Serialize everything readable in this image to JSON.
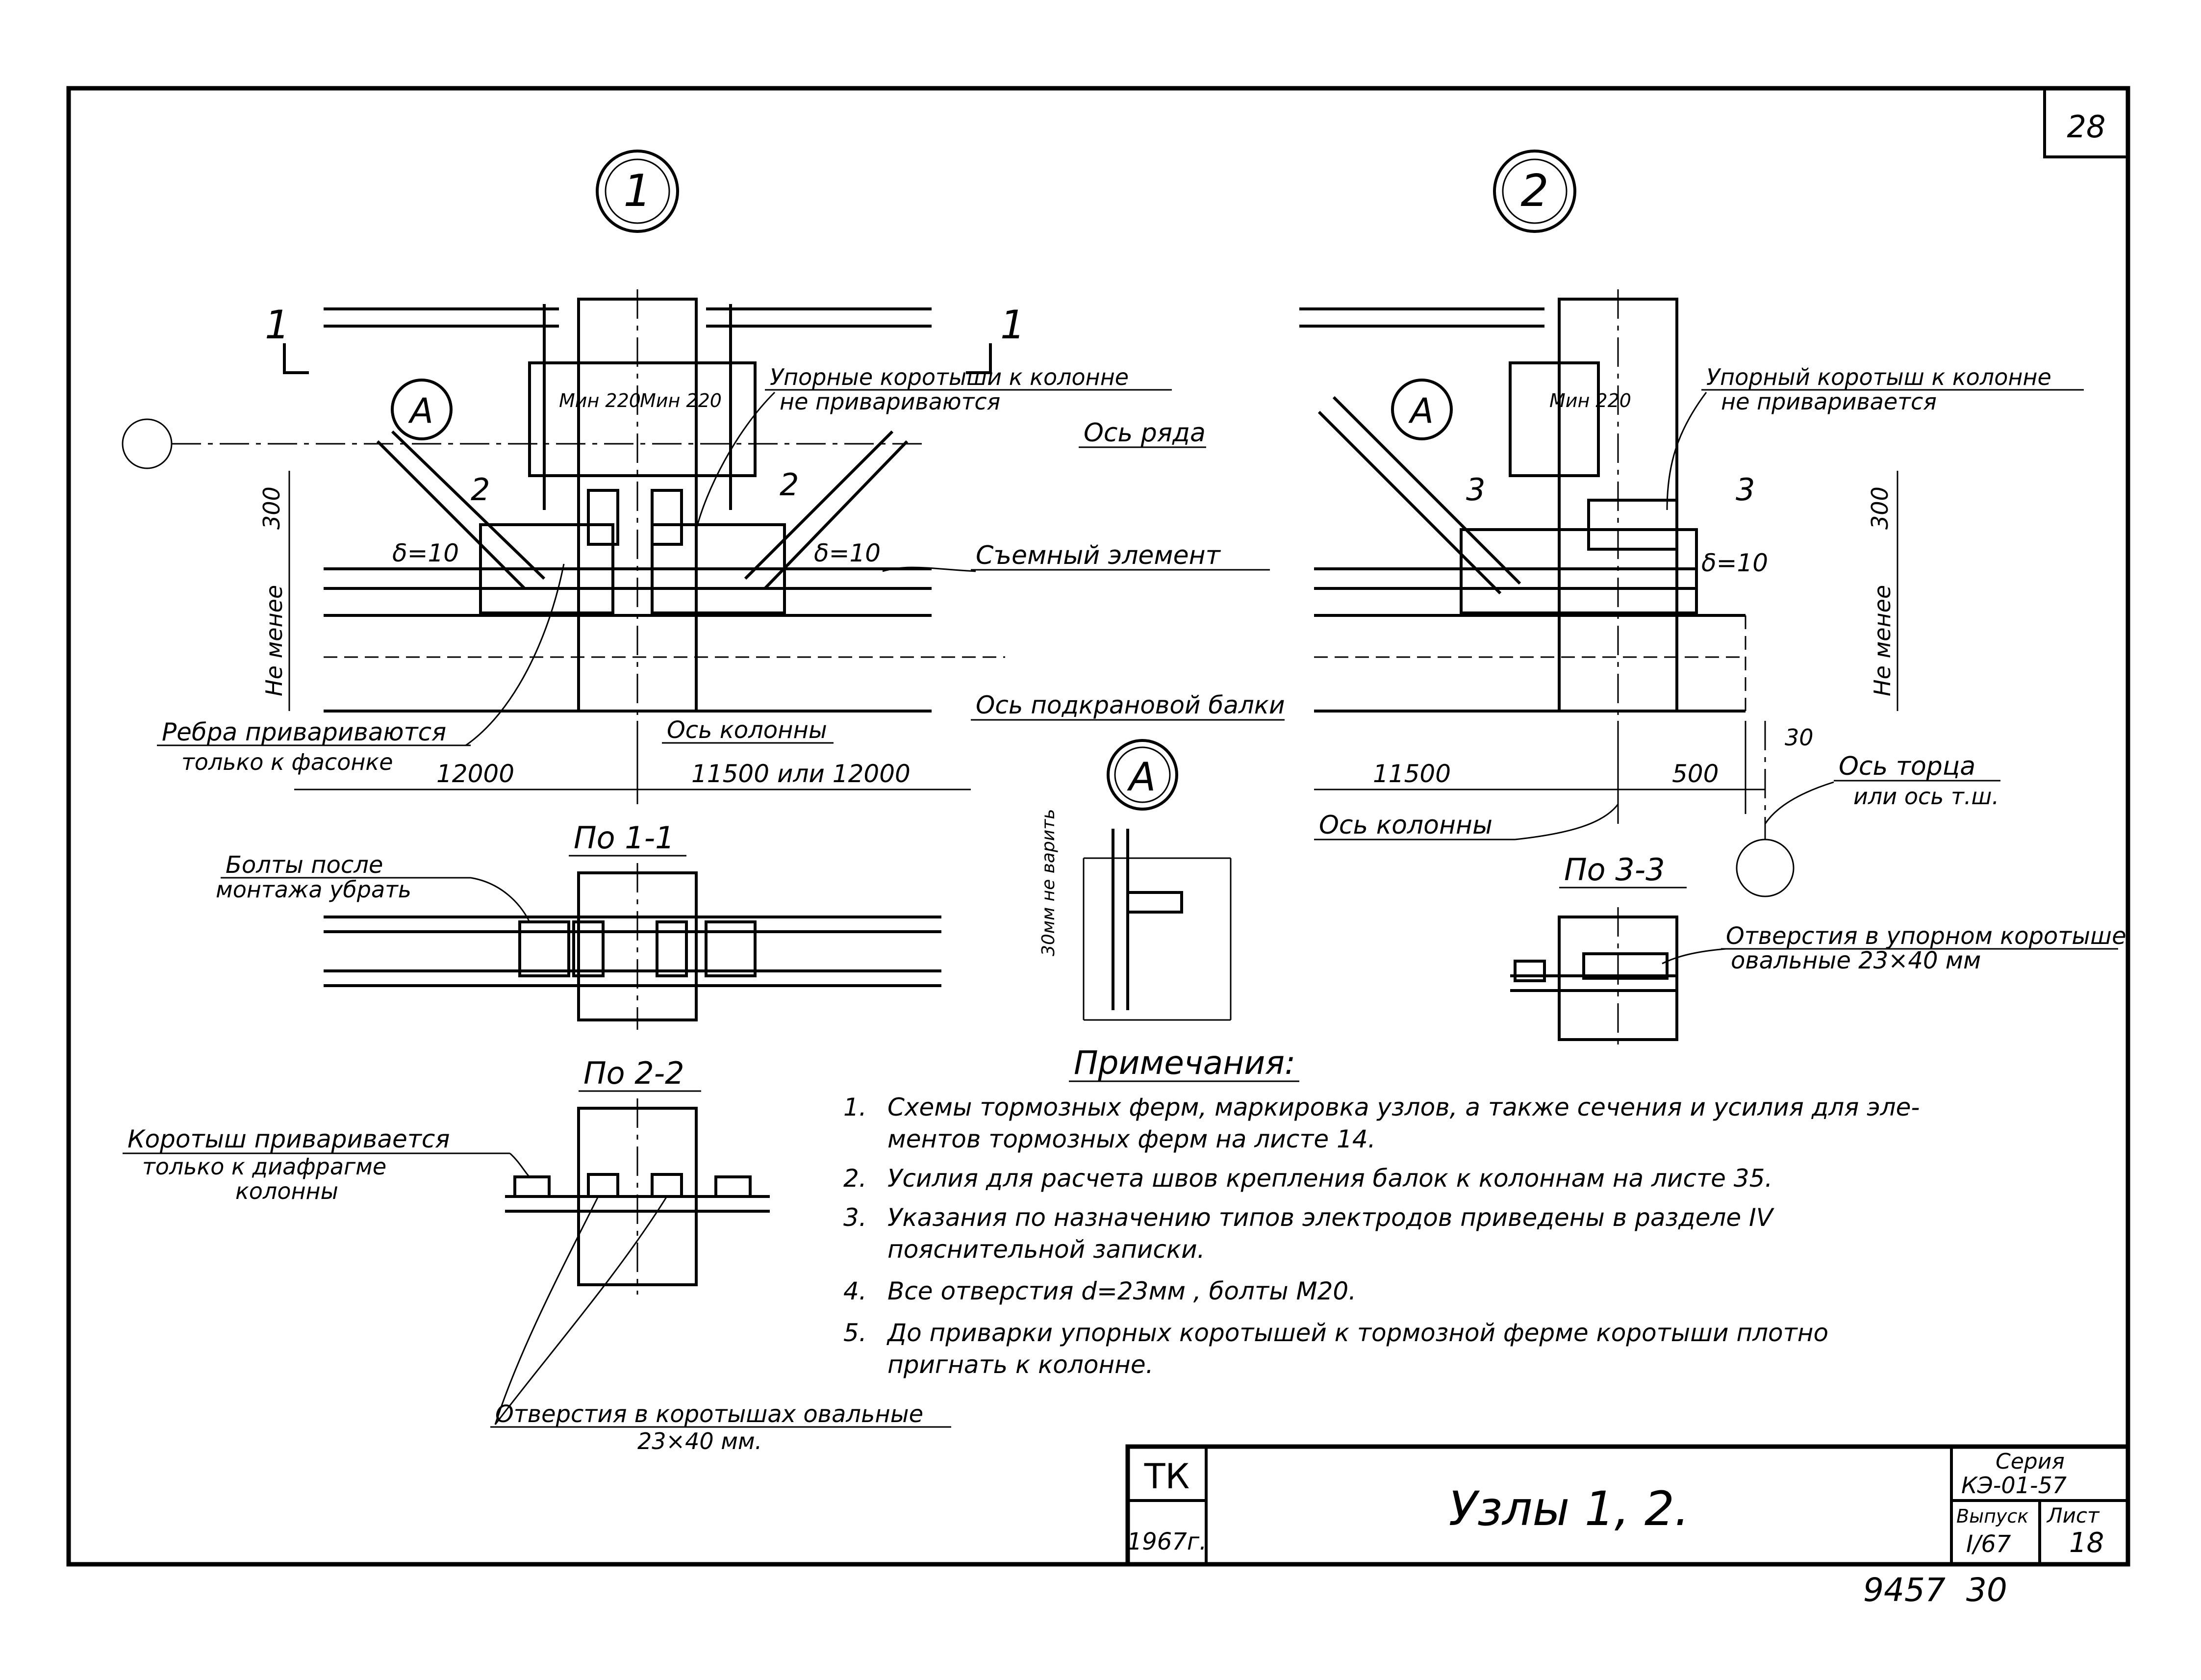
{
  "sheet": {
    "page_number": "28",
    "stamp_bottom": "9457  30"
  },
  "nodes": {
    "node1_label": "1",
    "node2_label": "2",
    "detail_a_label": "A"
  },
  "node1": {
    "section_mark_left": "1",
    "section_mark_right": "1",
    "section_mark_2a": "2",
    "section_mark_2b": "2",
    "min_left": "Мин 220",
    "min_right": "Мин 220",
    "note_shorts": [
      "Упорные коротыши к колонне",
      "не привариваются"
    ],
    "row_axis": "Ось ряда",
    "removable": "Съемный  элемент",
    "delta_left": "δ=10",
    "delta_right": "δ=10",
    "dim_300": "300",
    "not_less": "Не менее",
    "crane_beam_axis": "Ось подкрановой балки",
    "ribs_note": [
      "Ребра привариваются",
      "только к фасонке"
    ],
    "column_axis": "Ось колонны",
    "dim_left": "12000",
    "dim_right": "11500 или 12000"
  },
  "node2": {
    "section_mark_3a": "3",
    "section_mark_3b": "3",
    "min_label": "Мин 220",
    "note_short": [
      "Упорный коротыш к колонне",
      "не приваривается"
    ],
    "delta": "δ=10",
    "dim_300": "300",
    "not_less": "Не менее",
    "dim_30": "30",
    "dim_left": "11500",
    "dim_right": "500",
    "column_axis": "Ось колонны",
    "end_axis": [
      "Ось торца",
      "или ось т.ш."
    ]
  },
  "sections": {
    "s11_title": "По 1-1",
    "s11_note": [
      "Болты после",
      "монтажа убрать"
    ],
    "s22_title": "По 2-2",
    "s22_note": [
      "Коротыш приваривается",
      "только к диафрагме",
      "колонны"
    ],
    "s22_holes": [
      "Отверстия в коротышах овальные",
      "23×40 мм."
    ],
    "s33_title": "По 3-3",
    "s33_note": [
      "Отверстия в упорном коротыше",
      "овальные  23×40 мм"
    ],
    "detail_a_dim": "30мм не варить"
  },
  "notes": {
    "title": "Примечания:",
    "items": [
      {
        "num": "1.",
        "lines": [
          "Схемы тормозных ферм, маркировка узлов, а также сечения и усилия для эле-",
          "ментов тормозных ферм на листе 14."
        ]
      },
      {
        "num": "2.",
        "lines": [
          "Усилия для расчета швов крепления балок к колоннам на листе 35."
        ]
      },
      {
        "num": "3.",
        "lines": [
          "Указания по назначению типов электродов приведены в разделе IV",
          "пояснительной  записки."
        ]
      },
      {
        "num": "4.",
        "lines": [
          "Все отверстия d=23мм , болты М20."
        ]
      },
      {
        "num": "5.",
        "lines": [
          "До приварки упорных коротышей к тормозной ферме коротыши плотно",
          "пригнать к колонне."
        ]
      }
    ]
  },
  "title_block": {
    "org": "ТК",
    "year": "1967г.",
    "title": "Узлы 1, 2.",
    "series_label": "Серия",
    "series_value": "КЭ-01-57",
    "issue_label": "Выпуск",
    "issue_value": "I/67",
    "sheet_label": "Лист",
    "sheet_value": "18"
  }
}
